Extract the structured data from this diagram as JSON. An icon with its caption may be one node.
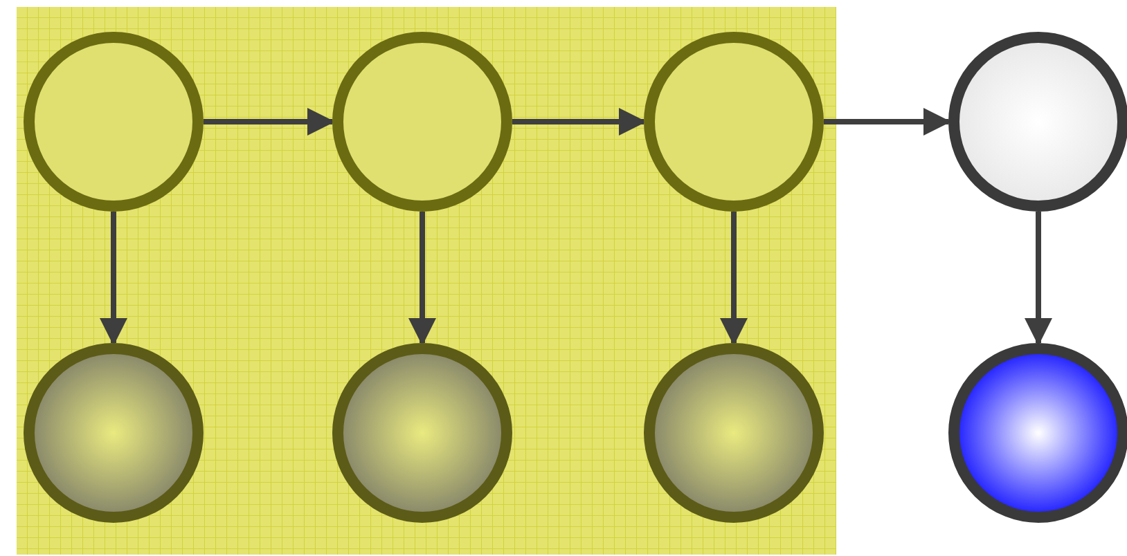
{
  "diagram": {
    "nodes": [
      {
        "text": [],
        "shape": "circle"
      },
      {
        "text": [],
        "shape": "circle"
      },
      {
        "text": [],
        "shape": "circle"
      },
      {
        "text": [],
        "shape": "circle"
      },
      {
        "text": [],
        "shape": "circle"
      },
      {
        "text": [],
        "shape": "circle"
      },
      {
        "text": [],
        "shape": "circle"
      },
      {
        "text": [],
        "shape": "circle"
      }
    ],
    "edges": [
      {
        "from": 0,
        "to": 1,
        "arrow": "to"
      },
      {
        "from": 1,
        "to": 2,
        "arrow": "to"
      },
      {
        "from": 2,
        "to": 3,
        "arrow": "to"
      },
      {
        "from": 0,
        "to": 4,
        "arrow": "to"
      },
      {
        "from": 1,
        "to": 5,
        "arrow": "to"
      },
      {
        "from": 2,
        "to": 6,
        "arrow": "to"
      },
      {
        "from": 3,
        "to": 7,
        "arrow": "to"
      }
    ]
  }
}
